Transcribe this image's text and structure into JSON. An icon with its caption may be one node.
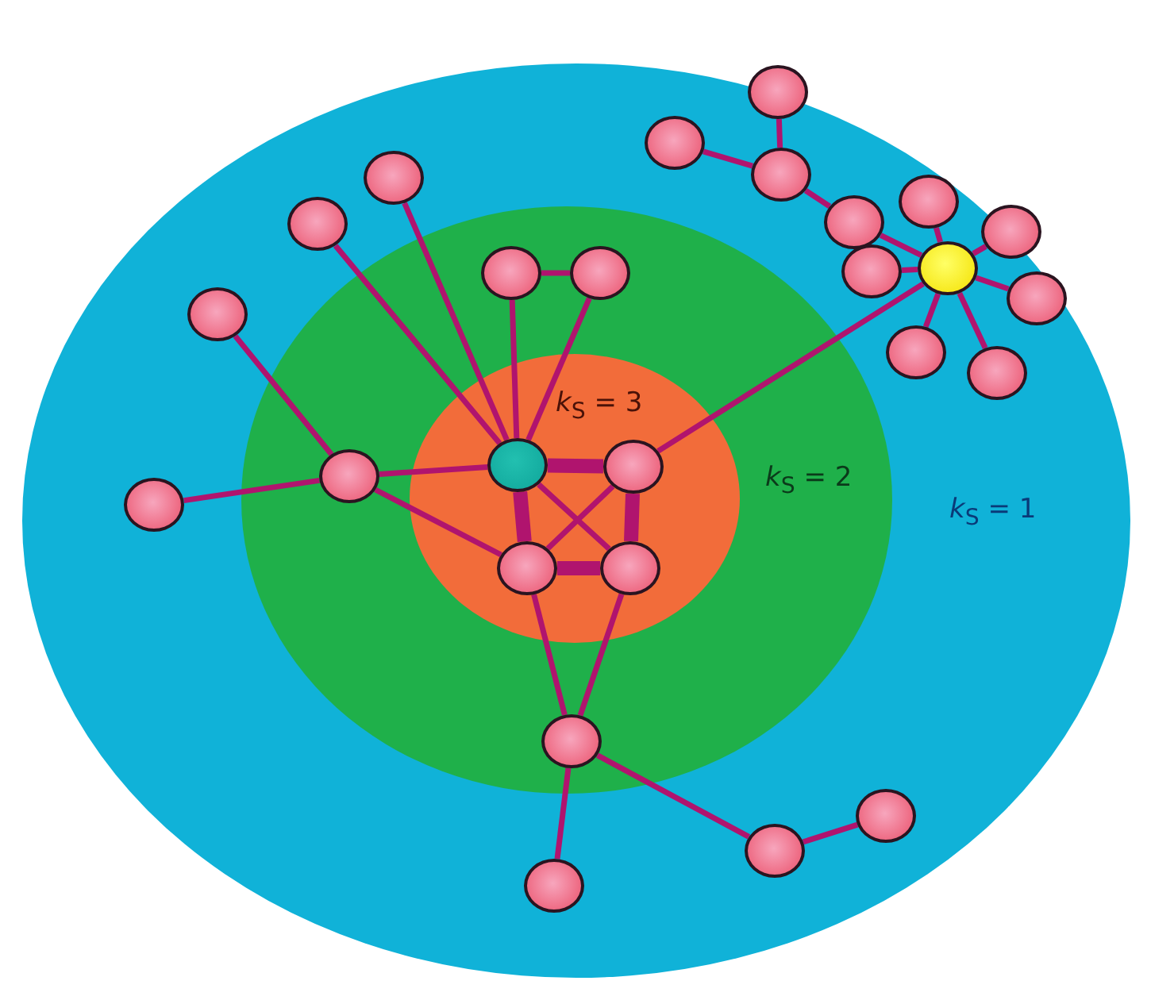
{
  "diagram": {
    "nodes": [
      {
        "text": [
          "*k*$_{S}$ = 1"
        ]
      },
      {
        "text": [
          "*k*$_{S}$ = 2"
        ],
        "in": 0
      },
      {
        "text": [
          "*k*$_{S}$ = 3"
        ],
        "in": 1
      },
      {
        "text": [],
        "shape": "circle",
        "in": 0
      },
      {
        "text": [],
        "shape": "circle",
        "in": 0
      },
      {
        "text": [],
        "shape": "circle",
        "in": 0
      },
      {
        "text": [],
        "shape": "circle",
        "in": 0
      },
      {
        "text": [],
        "shape": "circle",
        "in": 0
      },
      {
        "text": [],
        "shape": "circle",
        "in": 0
      },
      {
        "text": [],
        "shape": "circle",
        "in": 0
      },
      {
        "text": [],
        "shape": "circle",
        "in": 0
      },
      {
        "text": [],
        "shape": "circle",
        "in": 0
      },
      {
        "text": [],
        "shape": "circle",
        "in": 0
      },
      {
        "text": [],
        "shape": "circle",
        "in": 1
      },
      {
        "text": [],
        "shape": "circle",
        "in": 1
      },
      {
        "text": [],
        "shape": "circle",
        "in": 0
      },
      {
        "text": [],
        "shape": "circle",
        "in": 0
      },
      {
        "text": [],
        "shape": "circle",
        "in": 0
      },
      {
        "text": [],
        "shape": "circle",
        "in": 0
      },
      {
        "text": [],
        "shape": "circle",
        "in": 2
      },
      {
        "text": [],
        "shape": "circle",
        "in": 2
      },
      {
        "text": [],
        "shape": "circle",
        "in": 1
      },
      {
        "text": [],
        "shape": "circle",
        "in": 0
      },
      {
        "text": [],
        "shape": "circle",
        "in": 2
      },
      {
        "text": [],
        "shape": "circle",
        "in": 2
      },
      {
        "text": [],
        "shape": "circle",
        "in": 1
      },
      {
        "text": [],
        "shape": "circle",
        "in": 0
      },
      {
        "text": [],
        "shape": "circle",
        "in": 0
      },
      {
        "text": [],
        "shape": "circle",
        "in": 0
      }
    ],
    "edges": [
      {
        "from": 3,
        "to": 5,
        "arrow": "none"
      },
      {
        "from": 4,
        "to": 5,
        "arrow": "none"
      },
      {
        "from": 5,
        "to": 8,
        "arrow": "none"
      },
      {
        "from": 8,
        "to": 11,
        "arrow": "none"
      },
      {
        "from": 7,
        "to": 11,
        "arrow": "none"
      },
      {
        "from": 10,
        "to": 11,
        "arrow": "none"
      },
      {
        "from": 12,
        "to": 11,
        "arrow": "none"
      },
      {
        "from": 15,
        "to": 11,
        "arrow": "none"
      },
      {
        "from": 17,
        "to": 11,
        "arrow": "none"
      },
      {
        "from": 18,
        "to": 11,
        "arrow": "none"
      },
      {
        "from": 11,
        "to": 20,
        "arrow": "none"
      },
      {
        "from": 19,
        "to": 6,
        "arrow": "none"
      },
      {
        "from": 19,
        "to": 9,
        "arrow": "none"
      },
      {
        "from": 19,
        "to": 13,
        "arrow": "none"
      },
      {
        "from": 19,
        "to": 14,
        "arrow": "none"
      },
      {
        "from": 13,
        "to": 14,
        "arrow": "none"
      },
      {
        "from": 19,
        "to": 21,
        "arrow": "none"
      },
      {
        "from": 21,
        "to": 16,
        "arrow": "none"
      },
      {
        "from": 21,
        "to": 22,
        "arrow": "none"
      },
      {
        "from": 21,
        "to": 23,
        "arrow": "none"
      },
      {
        "from": 19,
        "to": 20,
        "arrow": "none",
        "style": "thick"
      },
      {
        "from": 19,
        "to": 23,
        "arrow": "none",
        "style": "thick"
      },
      {
        "from": 23,
        "to": 24,
        "arrow": "none",
        "style": "thick"
      },
      {
        "from": 20,
        "to": 24,
        "arrow": "none",
        "style": "thick"
      },
      {
        "from": 19,
        "to": 24,
        "arrow": "none"
      },
      {
        "from": 20,
        "to": 23,
        "arrow": "none"
      },
      {
        "from": 23,
        "to": 25,
        "arrow": "none"
      },
      {
        "from": 24,
        "to": 25,
        "arrow": "none"
      },
      {
        "from": 25,
        "to": 28,
        "arrow": "none"
      },
      {
        "from": 25,
        "to": 27,
        "arrow": "none"
      },
      {
        "from": 27,
        "to": 26,
        "arrow": "none"
      }
    ]
  }
}
